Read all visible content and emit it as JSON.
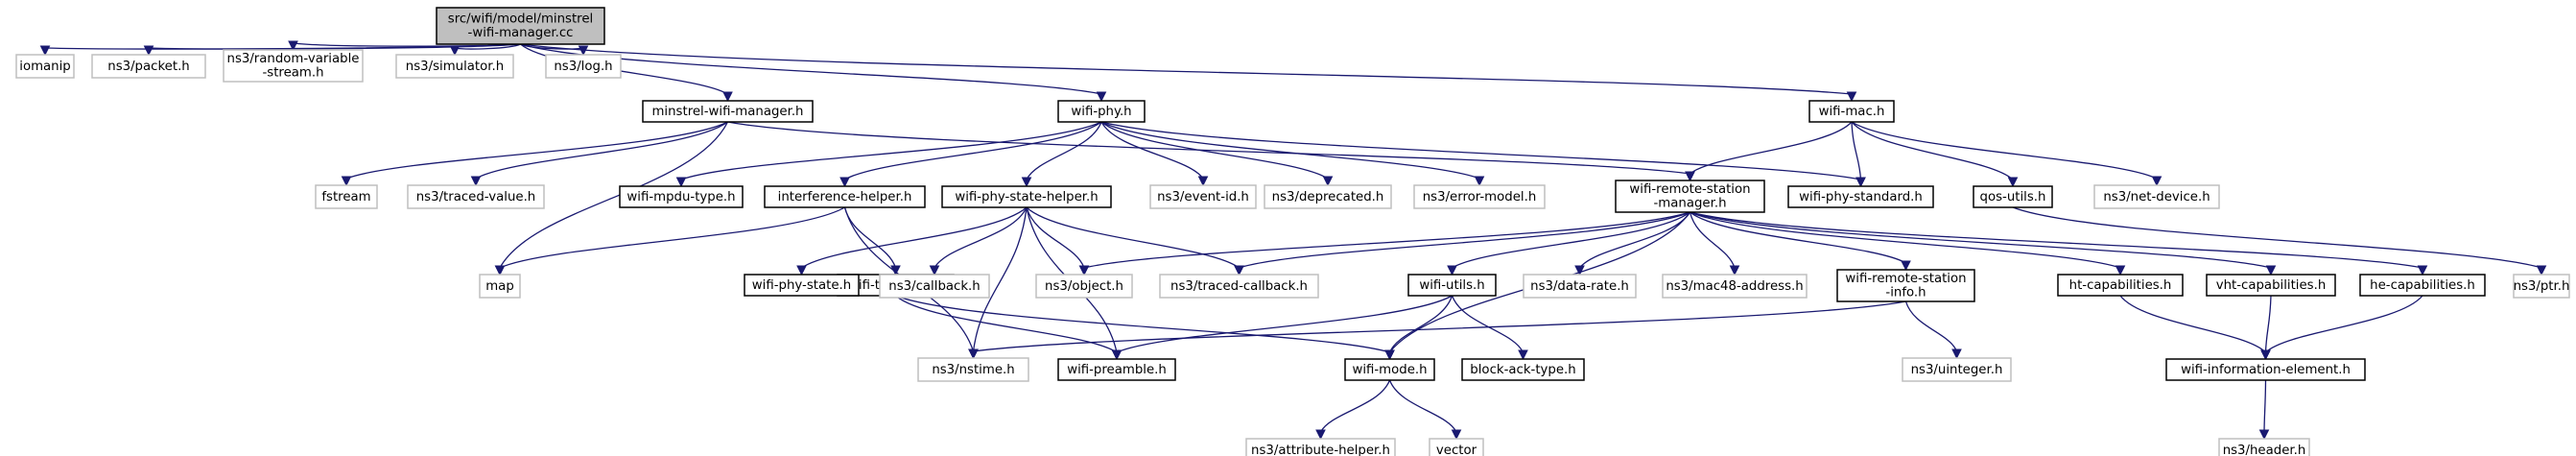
{
  "nodes": [
    {
      "id": "root",
      "lines": [
        "src/wifi/model/minstrel",
        "-wifi-manager.cc"
      ],
      "style": "root"
    },
    {
      "id": "iomanip",
      "lines": [
        "iomanip"
      ],
      "style": "gray"
    },
    {
      "id": "packet",
      "lines": [
        "ns3/packet.h"
      ],
      "style": "gray"
    },
    {
      "id": "random",
      "lines": [
        "ns3/random-variable",
        "-stream.h"
      ],
      "style": "gray"
    },
    {
      "id": "simulator",
      "lines": [
        "ns3/simulator.h"
      ],
      "style": "gray"
    },
    {
      "id": "log",
      "lines": [
        "ns3/log.h"
      ],
      "style": "gray"
    },
    {
      "id": "minstrelh",
      "lines": [
        "minstrel-wifi-manager.h"
      ],
      "style": "solid"
    },
    {
      "id": "wifiphy",
      "lines": [
        "wifi-phy.h"
      ],
      "style": "solid"
    },
    {
      "id": "wifimac",
      "lines": [
        "wifi-mac.h"
      ],
      "style": "solid"
    },
    {
      "id": "fstream",
      "lines": [
        "fstream"
      ],
      "style": "gray"
    },
    {
      "id": "tracedvalue",
      "lines": [
        "ns3/traced-value.h"
      ],
      "style": "gray"
    },
    {
      "id": "mpdutype",
      "lines": [
        "wifi-mpdu-type.h"
      ],
      "style": "solid"
    },
    {
      "id": "interference",
      "lines": [
        "interference-helper.h"
      ],
      "style": "solid"
    },
    {
      "id": "phystatehelper",
      "lines": [
        "wifi-phy-state-helper.h"
      ],
      "style": "solid"
    },
    {
      "id": "eventid",
      "lines": [
        "ns3/event-id.h"
      ],
      "style": "gray"
    },
    {
      "id": "deprecated",
      "lines": [
        "ns3/deprecated.h"
      ],
      "style": "gray"
    },
    {
      "id": "errormodel",
      "lines": [
        "ns3/error-model.h"
      ],
      "style": "gray"
    },
    {
      "id": "remotemgr",
      "lines": [
        "wifi-remote-station",
        "-manager.h"
      ],
      "style": "solid"
    },
    {
      "id": "phystandard",
      "lines": [
        "wifi-phy-standard.h"
      ],
      "style": "solid"
    },
    {
      "id": "qosutils",
      "lines": [
        "qos-utils.h"
      ],
      "style": "solid"
    },
    {
      "id": "netdevice",
      "lines": [
        "ns3/net-device.h"
      ],
      "style": "gray"
    },
    {
      "id": "map",
      "lines": [
        "map"
      ],
      "style": "gray"
    },
    {
      "id": "txvector",
      "lines": [
        "wifi-tx-vector.h"
      ],
      "style": "solid"
    },
    {
      "id": "phystate",
      "lines": [
        "wifi-phy-state.h"
      ],
      "style": "solid"
    },
    {
      "id": "callback",
      "lines": [
        "ns3/callback.h"
      ],
      "style": "gray"
    },
    {
      "id": "object",
      "lines": [
        "ns3/object.h"
      ],
      "style": "gray"
    },
    {
      "id": "tracedcallback",
      "lines": [
        "ns3/traced-callback.h"
      ],
      "style": "gray"
    },
    {
      "id": "wifiutils",
      "lines": [
        "wifi-utils.h"
      ],
      "style": "solid"
    },
    {
      "id": "datarate",
      "lines": [
        "ns3/data-rate.h"
      ],
      "style": "gray"
    },
    {
      "id": "mac48",
      "lines": [
        "ns3/mac48-address.h"
      ],
      "style": "gray"
    },
    {
      "id": "remoteinfo",
      "lines": [
        "wifi-remote-station",
        "-info.h"
      ],
      "style": "solid"
    },
    {
      "id": "htcap",
      "lines": [
        "ht-capabilities.h"
      ],
      "style": "solid"
    },
    {
      "id": "vhtcap",
      "lines": [
        "vht-capabilities.h"
      ],
      "style": "solid"
    },
    {
      "id": "hecap",
      "lines": [
        "he-capabilities.h"
      ],
      "style": "solid"
    },
    {
      "id": "ptr",
      "lines": [
        "ns3/ptr.h"
      ],
      "style": "gray"
    },
    {
      "id": "nstime",
      "lines": [
        "ns3/nstime.h"
      ],
      "style": "gray"
    },
    {
      "id": "preamble",
      "lines": [
        "wifi-preamble.h"
      ],
      "style": "solid"
    },
    {
      "id": "wifimode",
      "lines": [
        "wifi-mode.h"
      ],
      "style": "solid"
    },
    {
      "id": "blockack",
      "lines": [
        "block-ack-type.h"
      ],
      "style": "solid"
    },
    {
      "id": "uinteger",
      "lines": [
        "ns3/uinteger.h"
      ],
      "style": "gray"
    },
    {
      "id": "infoelement",
      "lines": [
        "wifi-information-element.h"
      ],
      "style": "solid"
    },
    {
      "id": "attrhelper",
      "lines": [
        "ns3/attribute-helper.h"
      ],
      "style": "gray"
    },
    {
      "id": "vector",
      "lines": [
        "vector"
      ],
      "style": "gray"
    },
    {
      "id": "header",
      "lines": [
        "ns3/header.h"
      ],
      "style": "gray"
    }
  ],
  "edges": [
    [
      "root",
      "iomanip"
    ],
    [
      "root",
      "packet"
    ],
    [
      "root",
      "random"
    ],
    [
      "root",
      "simulator"
    ],
    [
      "root",
      "log"
    ],
    [
      "root",
      "minstrelh"
    ],
    [
      "root",
      "wifiphy"
    ],
    [
      "root",
      "wifimac"
    ],
    [
      "minstrelh",
      "fstream"
    ],
    [
      "minstrelh",
      "tracedvalue"
    ],
    [
      "minstrelh",
      "map"
    ],
    [
      "minstrelh",
      "remotemgr"
    ],
    [
      "wifiphy",
      "mpdutype"
    ],
    [
      "wifiphy",
      "interference"
    ],
    [
      "wifiphy",
      "phystatehelper"
    ],
    [
      "wifiphy",
      "eventid"
    ],
    [
      "wifiphy",
      "deprecated"
    ],
    [
      "wifiphy",
      "errormodel"
    ],
    [
      "wifiphy",
      "phystandard"
    ],
    [
      "wifimac",
      "remotemgr"
    ],
    [
      "wifimac",
      "phystandard"
    ],
    [
      "wifimac",
      "qosutils"
    ],
    [
      "wifimac",
      "netdevice"
    ],
    [
      "interference",
      "map"
    ],
    [
      "interference",
      "txvector"
    ],
    [
      "interference",
      "nstime"
    ],
    [
      "phystatehelper",
      "phystate"
    ],
    [
      "phystatehelper",
      "callback"
    ],
    [
      "phystatehelper",
      "object"
    ],
    [
      "phystatehelper",
      "tracedcallback"
    ],
    [
      "phystatehelper",
      "nstime"
    ],
    [
      "phystatehelper",
      "preamble"
    ],
    [
      "remotemgr",
      "object"
    ],
    [
      "remotemgr",
      "tracedcallback"
    ],
    [
      "remotemgr",
      "wifiutils"
    ],
    [
      "remotemgr",
      "datarate"
    ],
    [
      "remotemgr",
      "mac48"
    ],
    [
      "remotemgr",
      "remoteinfo"
    ],
    [
      "remotemgr",
      "htcap"
    ],
    [
      "remotemgr",
      "vhtcap"
    ],
    [
      "remotemgr",
      "hecap"
    ],
    [
      "remotemgr",
      "wifimode"
    ],
    [
      "qosutils",
      "ptr"
    ],
    [
      "txvector",
      "preamble"
    ],
    [
      "txvector",
      "wifimode"
    ],
    [
      "wifiutils",
      "preamble"
    ],
    [
      "wifiutils",
      "wifimode"
    ],
    [
      "wifiutils",
      "blockack"
    ],
    [
      "remoteinfo",
      "nstime"
    ],
    [
      "remoteinfo",
      "uinteger"
    ],
    [
      "htcap",
      "infoelement"
    ],
    [
      "vhtcap",
      "infoelement"
    ],
    [
      "hecap",
      "infoelement"
    ],
    [
      "wifimode",
      "attrhelper"
    ],
    [
      "wifimode",
      "vector"
    ],
    [
      "infoelement",
      "header"
    ]
  ]
}
